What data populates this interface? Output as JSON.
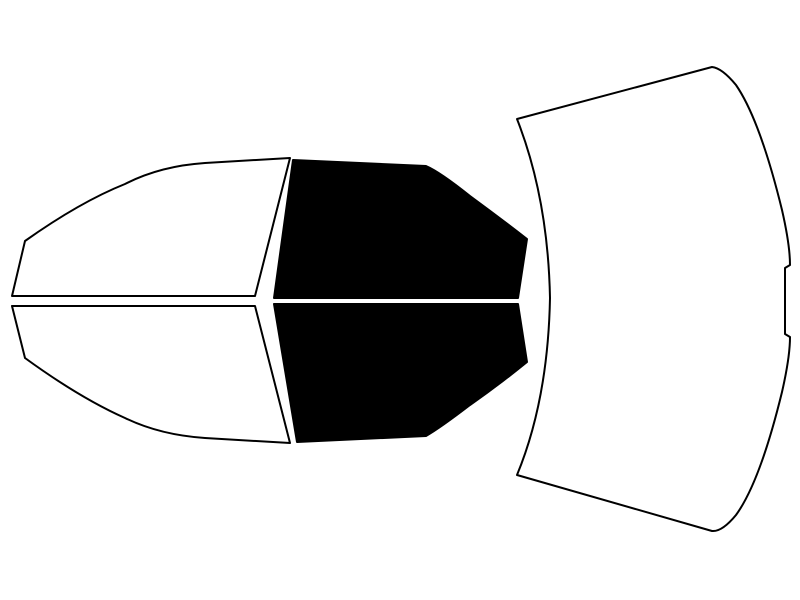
{
  "colors": {
    "background": "#ffffff",
    "outline": "#000000",
    "tinted_fill": "#000000",
    "clear_fill": "#ffffff"
  },
  "panels": [
    {
      "name": "rear-side-window-upper",
      "tinted": false
    },
    {
      "name": "rear-side-window-lower",
      "tinted": false
    },
    {
      "name": "front-side-window-upper",
      "tinted": true
    },
    {
      "name": "front-side-window-lower",
      "tinted": true
    },
    {
      "name": "windshield",
      "tinted": false
    }
  ]
}
